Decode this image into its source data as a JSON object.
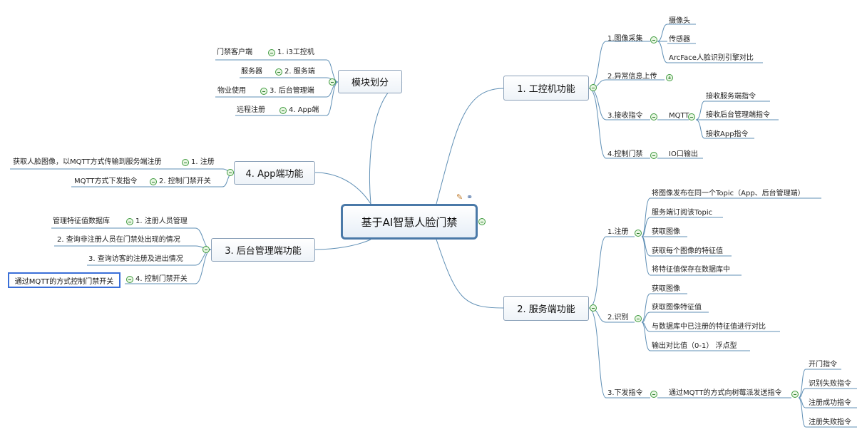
{
  "root": {
    "title": "基于AI智慧人脸门禁"
  },
  "modules": {
    "title": "模块划分",
    "items": [
      {
        "desc": "门禁客户端",
        "label": "1. i3工控机"
      },
      {
        "desc": "服务器",
        "label": "2. 服务端"
      },
      {
        "desc": "物业使用",
        "label": "3. 后台管理端"
      },
      {
        "desc": "远程注册",
        "label": "4. App端"
      }
    ]
  },
  "app": {
    "title": "4. App端功能",
    "items": [
      {
        "desc": "获取人脸图像，以MQTT方式传输到服务端注册",
        "label": "1. 注册"
      },
      {
        "desc": "MQTT方式下发指令",
        "label": "2. 控制门禁开关"
      }
    ]
  },
  "admin": {
    "title": "3. 后台管理端功能",
    "items": [
      {
        "label": "1. 注册人员管理",
        "desc": "管理特征值数据库"
      },
      {
        "label": "2. 查询非注册人员在门禁处出现的情况"
      },
      {
        "label": "3. 查询访客的注册及进出情况"
      },
      {
        "label": "4. 控制门禁开关",
        "desc": "通过MQTT的方式控制门禁开关"
      }
    ]
  },
  "ipc": {
    "title": "1. 工控机功能",
    "capture": {
      "label": "1.图像采集",
      "children": [
        "摄像头",
        "传感器",
        "ArcFace人脸识别引擎对比"
      ]
    },
    "upload": {
      "label": "2.异常信息上传"
    },
    "receive": {
      "label": "3.接收指令",
      "via": "MQTT",
      "children": [
        "接收服务端指令",
        "接收后台管理端指令",
        "接收App指令"
      ]
    },
    "control": {
      "label": "4.控制门禁",
      "child": "IO口输出"
    }
  },
  "server": {
    "title": "2. 服务端功能",
    "register": {
      "label": "1.注册",
      "children": [
        "将图像发布在同一个Topic（App、后台管理端）",
        "服务端订阅该Topic",
        "获取图像",
        "获取每个图像的特征值",
        "将特征值保存在数据库中"
      ]
    },
    "recognize": {
      "label": "2.识别",
      "children": [
        "获取图像",
        "获取图像特征值",
        "与数据库中已注册的特征值进行对比",
        "输出对比值（0-1） 浮点型"
      ]
    },
    "dispatch": {
      "label": "3.下发指令",
      "via": "通过MQTT的方式向树莓派发送指令",
      "children": [
        "开门指令",
        "识别失败指令",
        "注册成功指令",
        "注册失败指令"
      ]
    }
  },
  "icons": [
    "note-icon",
    "link-icon"
  ],
  "colors": {
    "line": "#5f8fb5",
    "root_border": "#4a79a8",
    "selection": "#3a6fd8",
    "toggle": "#3f9a3f"
  }
}
